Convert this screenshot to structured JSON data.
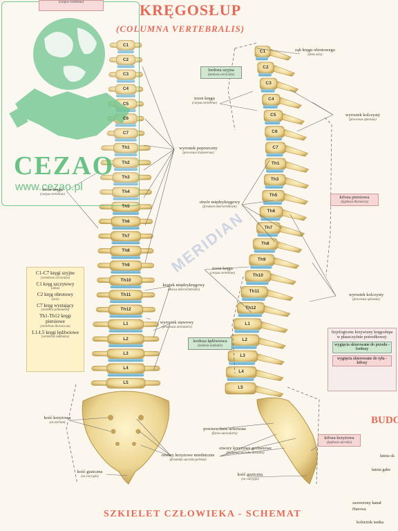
{
  "title": "KRĘGOSŁUP",
  "subtitle": "(COLUMNA VERTEBRALIS)",
  "footer": "SZKIELET CZŁOWIEKA - SCHEMAT",
  "side_heading": "BUDO",
  "watermark": "MERIDIAN",
  "brand": {
    "name": "CEZAO",
    "url": "www.cezao.pl",
    "colors": {
      "primary": "#3fb36a"
    }
  },
  "top_tag": "(corpus vertebrae)",
  "vertebrae_front": [
    "C1",
    "C2",
    "C3",
    "C4",
    "C5",
    "C6",
    "C7",
    "Th1",
    "Th2",
    "Th3",
    "Th4",
    "Th5",
    "Th6",
    "Th7",
    "Th8",
    "Th9",
    "Th10",
    "Th11",
    "Th12",
    "L1",
    "L2",
    "L3",
    "L4",
    "L5"
  ],
  "vertebrae_side": [
    "C1",
    "C2",
    "C3",
    "C4",
    "C5",
    "C6",
    "C7",
    "Th1",
    "Th3",
    "Th5",
    "Th6",
    "Th7",
    "Th8",
    "Th9",
    "Th10",
    "Th11",
    "Th12",
    "L1",
    "L2",
    "L3",
    "L4",
    "L5"
  ],
  "labels": {
    "zab": {
      "pl": "ząb kręgu obrotowego",
      "la": "(dens axis)"
    },
    "lordoza_szyjna": {
      "pl": "lordoza szyjna",
      "la": "(lordosis cervicalis)"
    },
    "trzon1": {
      "pl": "trzon kręgu",
      "la": "(corpus vertebrae)"
    },
    "wyr_kolczysty1": {
      "pl": "wyrostek kolczysty",
      "la": "(processus spinosus)"
    },
    "wyr_poprzeczny": {
      "pl": "wyrostek poprzeczny",
      "la": "(processus transversus)"
    },
    "trzon2": {
      "pl": "trzon kręgu",
      "la": "(corpus vertebrae)"
    },
    "otwor": {
      "pl": "otwór międzykręgowy",
      "la": "(foramen intervertebrale)"
    },
    "kifoza_piersiowa": {
      "pl": "kifoza piersiowa",
      "la": "(kyphosis thoracica)"
    },
    "trzon3": {
      "pl": "trzon kręgu",
      "la": "(corpus vertebrae)"
    },
    "krazek": {
      "pl": "krążek międzykręgowy",
      "la": "(discus intervertebralis)"
    },
    "wyr_kolczysty2": {
      "pl": "wyrostek kolczysty",
      "la": "(processus spinosus)"
    },
    "wyr_stawowy": {
      "pl": "wyrostek stawowy",
      "la": "(processus articularis)"
    },
    "lordoza_ledzwiowa": {
      "pl": "lordoza lędźwiowa",
      "la": "(lordosis lumbalis)"
    },
    "kosc_krzyzowa": {
      "pl": "kość krzyżowa",
      "la": "(os sacrum)"
    },
    "powierzchnia": {
      "pl": "powierzchnia uchowata",
      "la": "(facies auricularis)"
    },
    "kifoza_krzyzowa": {
      "pl": "kifoza krzyżowa",
      "la": "(kyphosis sacralis)"
    },
    "otwory_grzbietowe": {
      "pl": "otwory krzyżowe grzbietowe",
      "la": "(foramina sacralia dorsalia)"
    },
    "otwory_miednicze": {
      "pl": "otwory krzyżowe miedniczne",
      "la": "(foramina sacralia pelvina)"
    },
    "kosc_guziczna1": {
      "pl": "kość guziczna",
      "la": "(os coccygis)"
    },
    "kosc_guziczna2": {
      "pl": "kość guziczna",
      "la": "(os coccygis)"
    }
  },
  "legend": [
    {
      "pl": "C1-C7 kręgi szyjne",
      "la": "(vertebrae cervicales)"
    },
    {
      "pl": "C1 kręg szczytowy",
      "la": "(atlas)"
    },
    {
      "pl": "C2 kręg obrotowy",
      "la": "(axis)"
    },
    {
      "pl": "C7 kręg wystający",
      "la": "(vertebra prominens)"
    },
    {
      "pl": "Th1-Th12 kręgi piersiowe",
      "la": "(vertebrae thoracicae)"
    },
    {
      "pl": "L1-L5 kręgi lędźwiowe",
      "la": "(vertebrae lumbales)"
    }
  ],
  "curves_box": {
    "heading": "fizjologiczne krzywizny kręgosłupa w płaszczyźnie pośrodkowej:",
    "options": [
      "wygięcia skierowane do przodu - lordozy",
      "wygięcia skierowane do tyłu - kifozy"
    ]
  },
  "side_items": [
    "łatota sk",
    "łatota gabe",
    "zawerzony kanał",
    "Harowa",
    "kolorzisk tsetka"
  ]
}
